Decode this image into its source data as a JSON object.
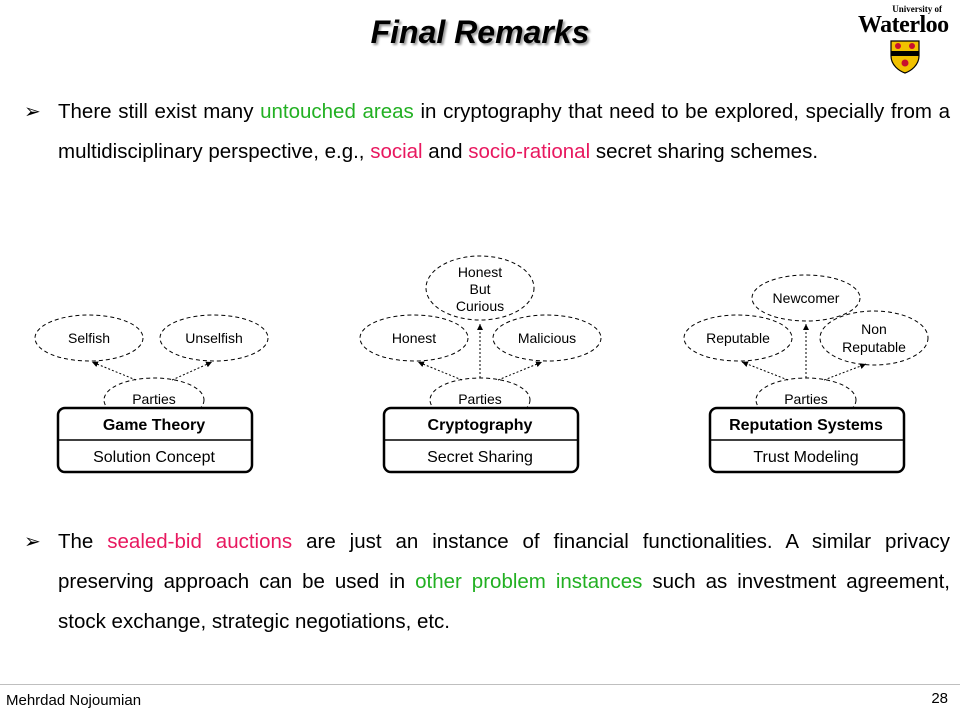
{
  "slide": {
    "title": "Final Remarks",
    "logo": {
      "small": "University of",
      "big": "Waterloo"
    },
    "bullet1": {
      "seg1": "There still exist many ",
      "hl1": "untouched areas",
      "seg2": " in cryptography that need to be explored, specially from a multidisciplinary perspective, e.g., ",
      "hl2": "social",
      "seg3": " and ",
      "hl3": "socio-rational",
      "seg4": " secret sharing schemes."
    },
    "bullet2": {
      "seg1": "The ",
      "hl1": "sealed-bid auctions",
      "seg2": " are just an instance of financial functionalities. A similar privacy preserving approach can be used in ",
      "hl2": "other problem instances",
      "seg3": " such as investment agreement, stock exchange, strategic negotiations, etc."
    },
    "colors": {
      "green": "#22b022",
      "pink": "#e8185f"
    },
    "footer": {
      "author": "Mehrdad Nojoumian",
      "page": "28"
    }
  },
  "diagrams": [
    {
      "box_title": "Game Theory",
      "box_sub": "Solution Concept",
      "root": "Parties",
      "nodes": [
        "Selfish",
        "Unselfish"
      ]
    },
    {
      "box_title": "Cryptography",
      "box_sub": "Secret Sharing",
      "root": "Parties",
      "nodes": [
        "Honest",
        "Honest",
        "But",
        "Curious",
        "Malicious"
      ]
    },
    {
      "box_title": "Reputation Systems",
      "box_sub": "Trust Modeling",
      "root": "Parties",
      "nodes": [
        "Reputable",
        "Newcomer",
        "Non",
        "Reputable"
      ]
    }
  ]
}
